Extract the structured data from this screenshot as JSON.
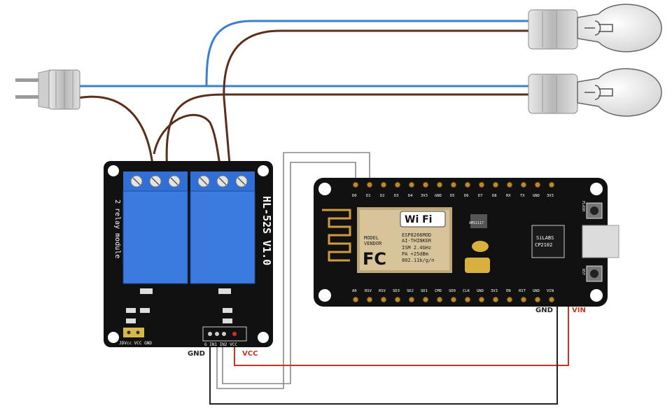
{
  "relay_module": {
    "model": "HL-52S V1.0",
    "description": "2 relay module",
    "jumper_label": "JDVcc VCC GND",
    "pin_header_label": "G IN1 IN2 VCC"
  },
  "nodemcu": {
    "wifi_logo": "Wi Fi",
    "model_label": "MODEL",
    "vendor_label": "VENDOR",
    "fcc_logo": "FC",
    "module_name": "ESP8266MOD",
    "vendor_name": "AI-THINKER",
    "band": "ISM 2.4GHz",
    "power": "PA +25dBm",
    "standard": "802.11b/g/n",
    "usb_chip_brand": "SiLABS",
    "usb_chip_model": "CP2102",
    "regulator": "AMS1117",
    "flash_button": "FLASH",
    "rst_button": "RST",
    "top_pins": [
      "D0",
      "D1",
      "D2",
      "D3",
      "D4",
      "3V3",
      "GND",
      "D5",
      "D6",
      "D7",
      "D8",
      "RX",
      "TX",
      "GND",
      "3V3"
    ],
    "bottom_pins": [
      "A0",
      "RSV",
      "RSV",
      "SD3",
      "SD2",
      "SD1",
      "CMD",
      "SD0",
      "CLK",
      "GND",
      "3V3",
      "EN",
      "RST",
      "GND",
      "VIN"
    ]
  },
  "labels": {
    "relay_gnd": "GND",
    "relay_vcc": "VCC",
    "mcu_gnd": "GND",
    "mcu_vin": "VIN"
  },
  "colors": {
    "board": "#111111",
    "relay_blue": "#2f6fd6",
    "wire_blue": "#3a7fd4",
    "wire_brown": "#5a2e1a",
    "wire_red": "#cc3322",
    "wire_dark": "#222222"
  }
}
